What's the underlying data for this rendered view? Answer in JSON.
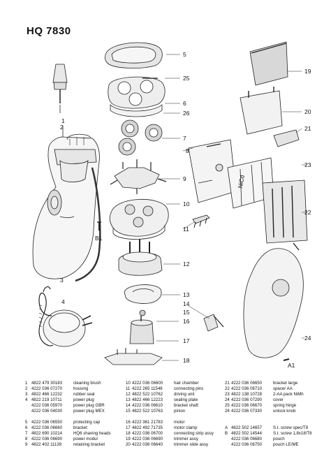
{
  "title": "HQ 7830",
  "callouts": {
    "c1": "1",
    "c2": "2",
    "c3": "3",
    "c4": "4",
    "c5": "5",
    "c6": "6",
    "c7": "7",
    "c8": "8",
    "c9": "9",
    "c10": "10",
    "c11": "11",
    "c12": "12",
    "c13": "13",
    "c14": "14",
    "c15": "15",
    "c16": "16",
    "c17": "17",
    "c18": "18",
    "c19": "19",
    "c20": "20",
    "c21": "21",
    "c22": "22",
    "c23": "23",
    "c24": "24",
    "c25": "25",
    "c26": "26",
    "cA1": "A1",
    "cB1": "B1"
  },
  "battery_label": "NiCd",
  "parts_list": {
    "col1": [
      {
        "n": "1",
        "code": "4822 479 30183",
        "desc": "cleaning brush"
      },
      {
        "n": "2",
        "code": "4222 036 07270",
        "desc": "housing"
      },
      {
        "n": "3",
        "code": "4822 466 12232",
        "desc": "rubber seal"
      },
      {
        "n": "4",
        "code": "4822 219 10711",
        "desc": "power plug"
      },
      {
        "n": "",
        "code": "4222 036 05970",
        "desc": "power plug GBR"
      },
      {
        "n": "",
        "code": "4222 036 04030",
        "desc": "power plug MEX"
      },
      {
        "n": "5",
        "code": "4222 036 06550",
        "desc": "protecting cap"
      },
      {
        "n": "6",
        "code": "4222 036 06660",
        "desc": "bracket"
      },
      {
        "n": "7",
        "code": "4822 690 10214",
        "desc": "HQ6 shaving heads"
      },
      {
        "n": "8",
        "code": "4222 036 06690",
        "desc": "power modul"
      },
      {
        "n": "9",
        "code": "4822 402 11139",
        "desc": "retaining bracket"
      }
    ],
    "col2": [
      {
        "n": "10",
        "code": "4222 036 06600",
        "desc": "hair chamber"
      },
      {
        "n": "11",
        "code": "4222 265 11546",
        "desc": "connecting pins"
      },
      {
        "n": "12",
        "code": "4822 522 10762",
        "desc": "driving unit"
      },
      {
        "n": "13",
        "code": "4822 466 12223",
        "desc": "sealing plate"
      },
      {
        "n": "14",
        "code": "4222 036 06610",
        "desc": "bracket shaft"
      },
      {
        "n": "15",
        "code": "4822 522 10763",
        "desc": "pinion"
      },
      {
        "n": "",
        "code": "",
        "desc": ""
      },
      {
        "n": "16",
        "code": "4222 361 21783",
        "desc": "motor"
      },
      {
        "n": "17",
        "code": "4822 492 71735",
        "desc": "motor clamp"
      },
      {
        "n": "18",
        "code": "4222 036 06700",
        "desc": "connecting strip assy"
      },
      {
        "n": "19",
        "code": "4222 036 06690",
        "desc": "trimmer assy"
      },
      {
        "n": "20",
        "code": "4222 036 06640",
        "desc": "trimmer slide assy"
      }
    ],
    "col3": [
      {
        "n": "21",
        "code": "4222 036 06650",
        "desc": "bracket large"
      },
      {
        "n": "22",
        "code": "4222 036 06710",
        "desc": "spacer AA"
      },
      {
        "n": "23",
        "code": "4822 138 10728",
        "desc": "2-AA pack NiMh"
      },
      {
        "n": "24",
        "code": "4222 036 07290",
        "desc": "cover"
      },
      {
        "n": "25",
        "code": "4222 036 06670",
        "desc": "spring hinge"
      },
      {
        "n": "26",
        "code": "4222 036 07330",
        "desc": "unlock knob"
      },
      {
        "n": "",
        "code": "",
        "desc": ""
      },
      {
        "n": "",
        "code": "",
        "desc": ""
      },
      {
        "n": "A",
        "code": "4822 502 14657",
        "desc": "S.t. screw spec/T8"
      },
      {
        "n": "B",
        "code": "4822 502 14544",
        "desc": "S.t. screw 1,8x18/T8"
      },
      {
        "n": "",
        "code": "4222 036 06680",
        "desc": "pouch"
      },
      {
        "n": "",
        "code": "4222 036 06750",
        "desc": "pouch LE/ME"
      }
    ]
  }
}
